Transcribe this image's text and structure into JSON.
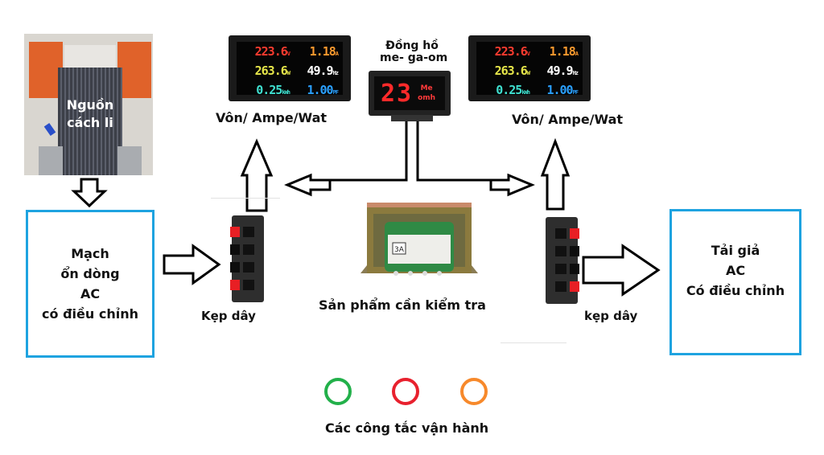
{
  "diagram": {
    "power_source": {
      "label_line1": "Nguồn",
      "label_line2": "cách li"
    },
    "regulator_box": {
      "lines": [
        "Mạch",
        "ổn dòng",
        "AC",
        "có điều chỉnh"
      ],
      "border_color": "#1ea3e0"
    },
    "terminal_left": {
      "label": "Kẹp dây"
    },
    "terminal_right": {
      "label": "kẹp dây"
    },
    "meter_left": {
      "label": "Vôn/ Ampe/Wat",
      "readings": [
        {
          "value": "223.6",
          "unit": "V",
          "color": "#ff3b2f"
        },
        {
          "value": "1.18",
          "unit": "A",
          "color": "#ff9a2e"
        },
        {
          "value": "263.6",
          "unit": "W",
          "color": "#e6e64a"
        },
        {
          "value": "49.9",
          "unit": "Hz",
          "color": "#ffffff"
        },
        {
          "value": "0.25",
          "unit": "kWh",
          "color": "#3fe0d0"
        },
        {
          "value": "1.00",
          "unit": "PF",
          "color": "#2aa0ff"
        }
      ]
    },
    "meter_right": {
      "label": "Vôn/ Ampe/Wat",
      "readings": [
        {
          "value": "223.6",
          "unit": "V",
          "color": "#ff3b2f"
        },
        {
          "value": "1.18",
          "unit": "A",
          "color": "#ff9a2e"
        },
        {
          "value": "263.6",
          "unit": "W",
          "color": "#e6e64a"
        },
        {
          "value": "49.9",
          "unit": "Hz",
          "color": "#ffffff"
        },
        {
          "value": "0.25",
          "unit": "kWh",
          "color": "#3fe0d0"
        },
        {
          "value": "1.00",
          "unit": "PF",
          "color": "#2aa0ff"
        }
      ]
    },
    "megohmmeter": {
      "label_line1": "Đồng hồ",
      "label_line2": "me- ga-om",
      "reading": "23",
      "unit_line1": "Me",
      "unit_line2": "omh"
    },
    "product": {
      "label": "Sản phẩm cần kiểm tra",
      "tag": "3A"
    },
    "load_box": {
      "lines": [
        "Tải giả",
        "AC",
        "Có điều chỉnh"
      ],
      "border_color": "#1ea3e0"
    },
    "switches": {
      "label": "Các công tắc vận hành",
      "items": [
        {
          "name": "green",
          "color": "#22b04a"
        },
        {
          "name": "red",
          "color": "#e8212e"
        },
        {
          "name": "orange",
          "color": "#f7892b"
        }
      ]
    }
  }
}
